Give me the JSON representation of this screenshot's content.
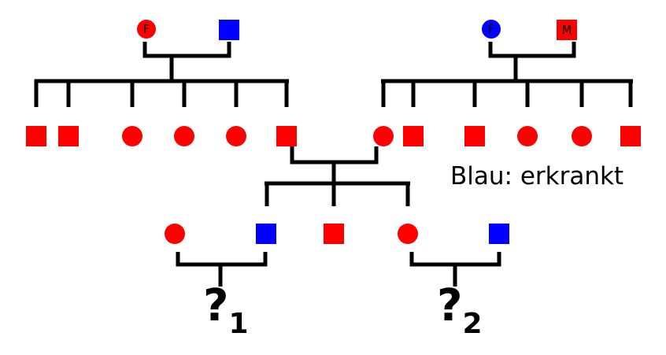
{
  "colors": {
    "unaffected": "#ff0000",
    "affected": "#0000ff",
    "line": "#000000"
  },
  "legend": {
    "text": "Blau: erkrankt"
  },
  "individuals": {
    "gp1_mother": {
      "shape": "circle",
      "status": "unaffected",
      "label": "F"
    },
    "gp1_father": {
      "shape": "square",
      "status": "affected",
      "label": ""
    },
    "gp2_mother": {
      "shape": "circle",
      "status": "affected",
      "label": "F"
    },
    "gp2_father": {
      "shape": "square",
      "status": "unaffected",
      "label": "M"
    },
    "left_sibship": [
      {
        "shape": "square",
        "status": "unaffected"
      },
      {
        "shape": "square",
        "status": "unaffected"
      },
      {
        "shape": "circle",
        "status": "unaffected"
      },
      {
        "shape": "circle",
        "status": "unaffected"
      },
      {
        "shape": "circle",
        "status": "unaffected"
      },
      {
        "shape": "square",
        "status": "unaffected"
      }
    ],
    "right_sibship": [
      {
        "shape": "circle",
        "status": "unaffected"
      },
      {
        "shape": "square",
        "status": "unaffected"
      },
      {
        "shape": "square",
        "status": "unaffected"
      },
      {
        "shape": "circle",
        "status": "unaffected"
      },
      {
        "shape": "circle",
        "status": "unaffected"
      },
      {
        "shape": "square",
        "status": "unaffected"
      }
    ],
    "third_generation": [
      {
        "shape": "circle",
        "status": "unaffected"
      },
      {
        "shape": "square",
        "status": "affected"
      },
      {
        "shape": "square",
        "status": "unaffected"
      },
      {
        "shape": "circle",
        "status": "unaffected"
      },
      {
        "shape": "square",
        "status": "affected"
      }
    ]
  },
  "questions": [
    {
      "mark": "?",
      "subscript": "1"
    },
    {
      "mark": "?",
      "subscript": "2"
    }
  ]
}
